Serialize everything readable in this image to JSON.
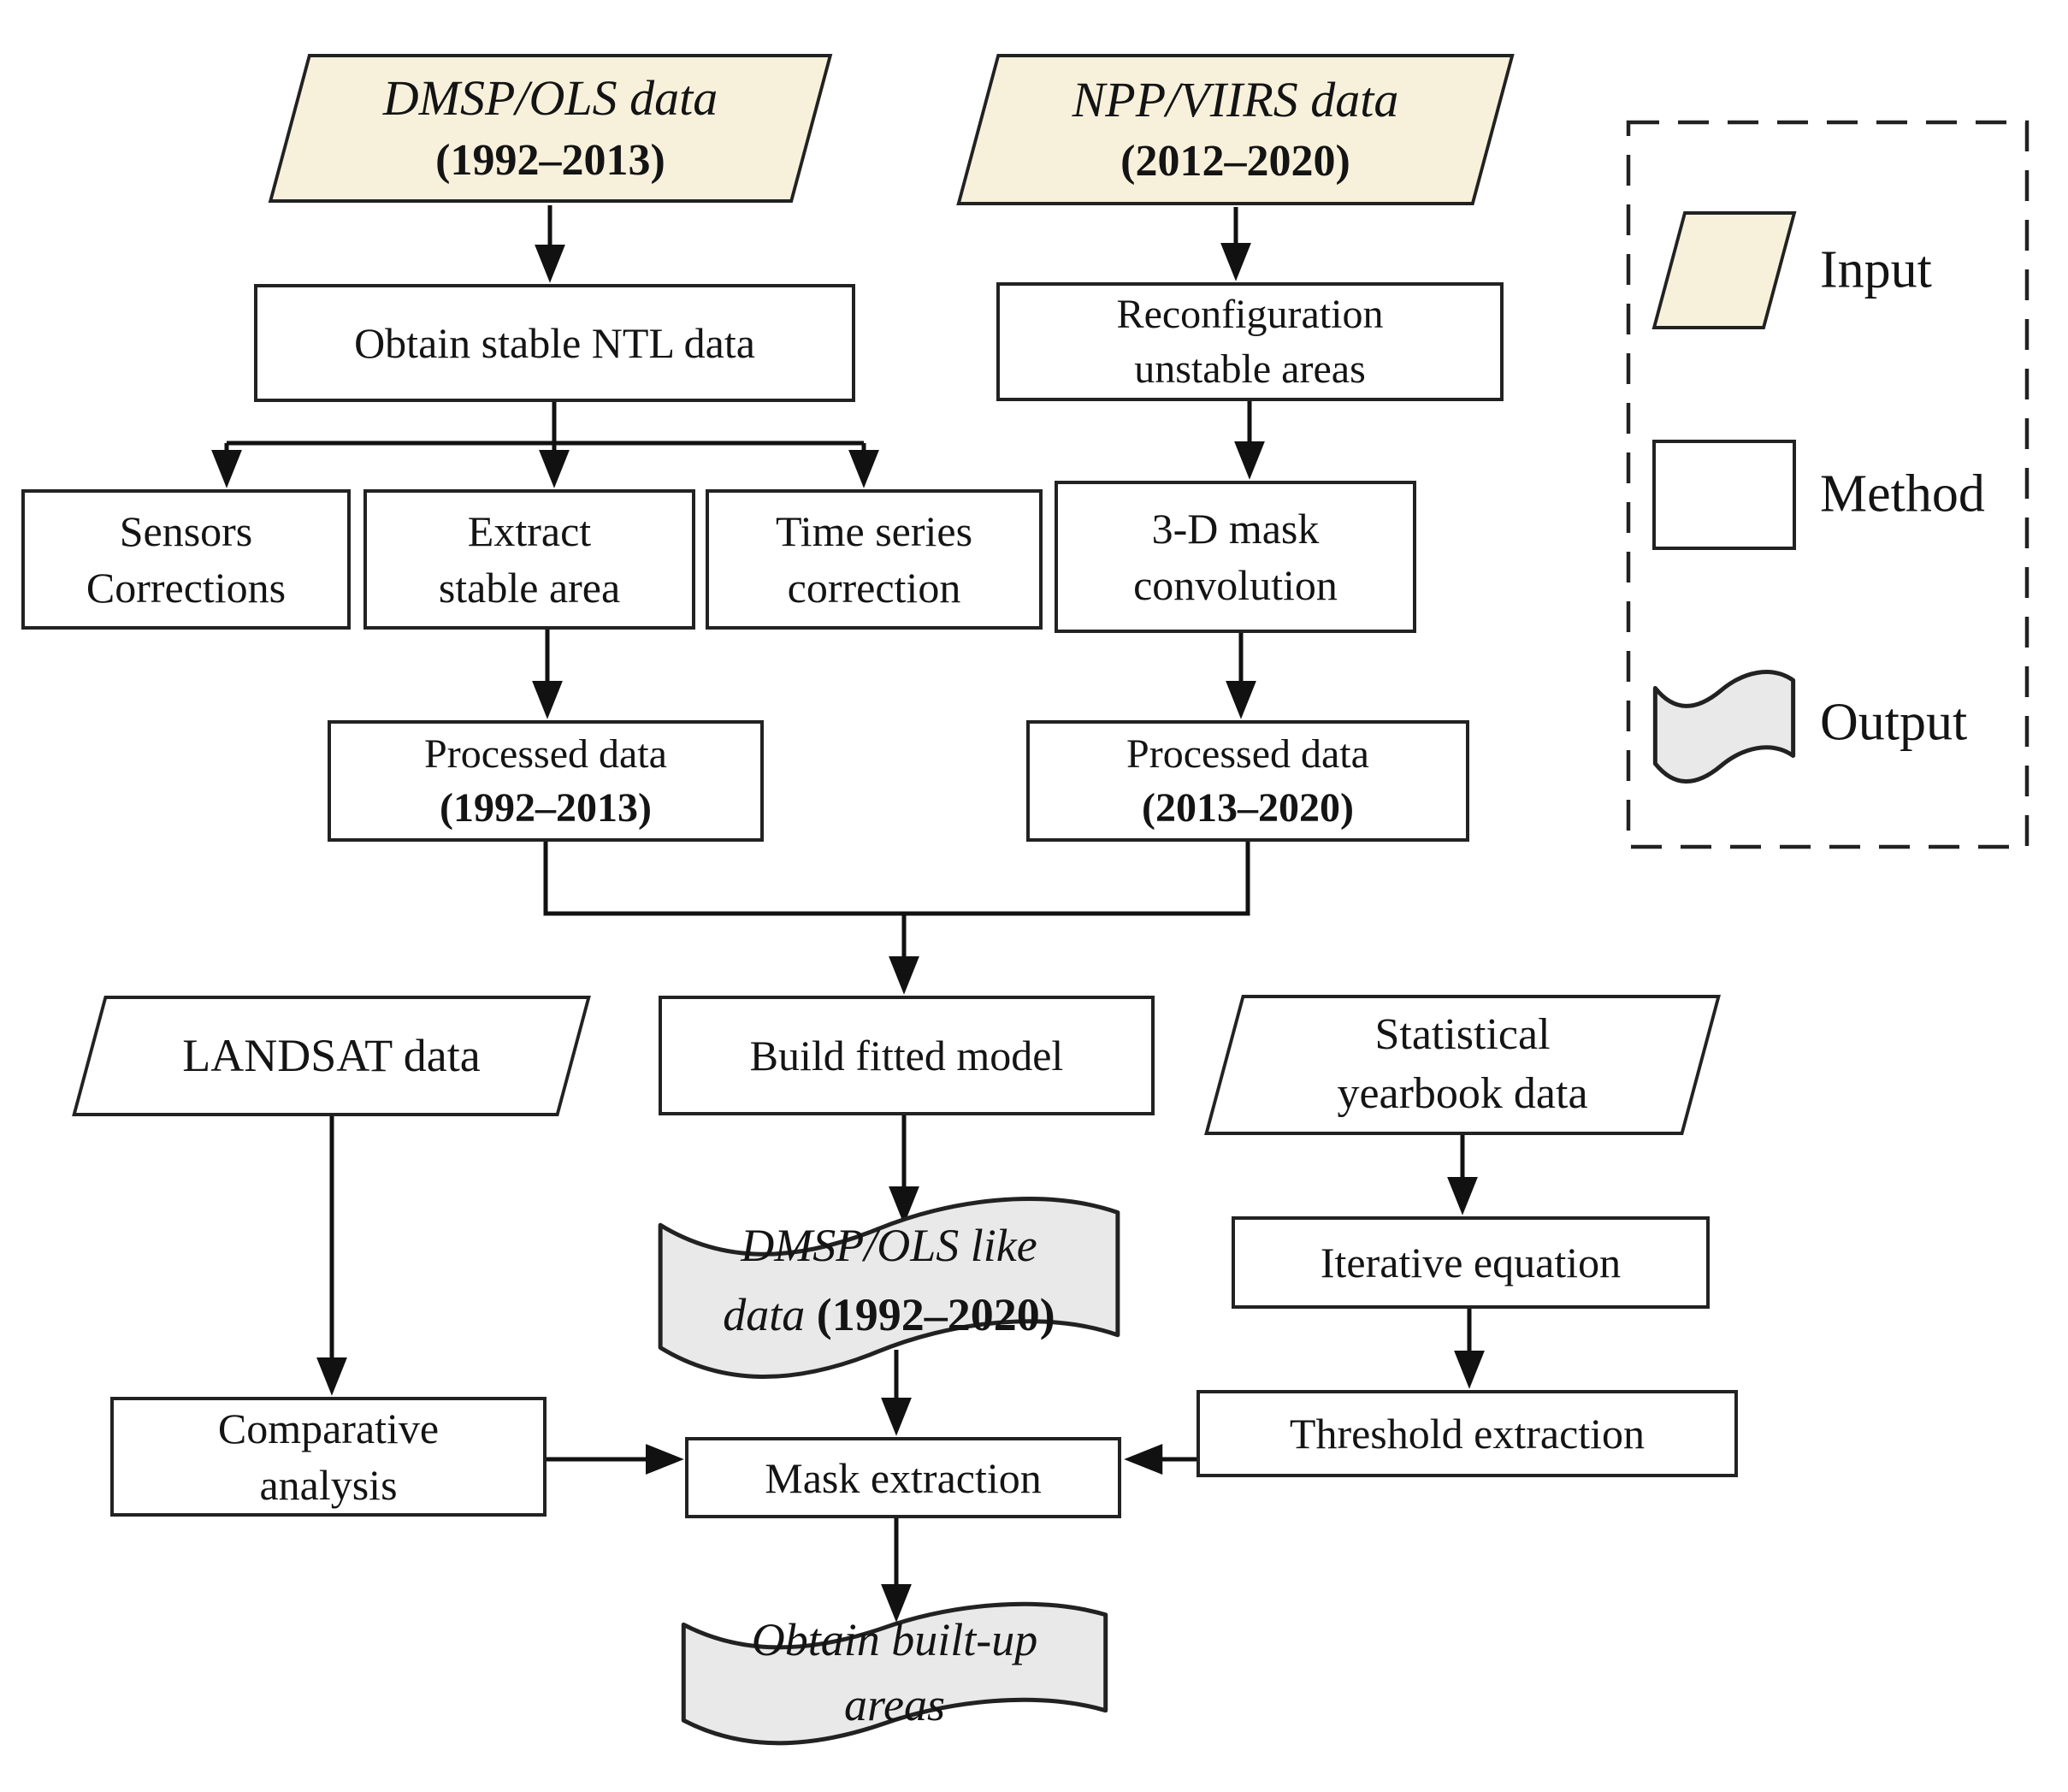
{
  "colors": {
    "input_fill": "#f7f1dc",
    "method_fill": "#ffffff",
    "output_fill": "#e9e9e9",
    "border": "#222222",
    "line": "#111111",
    "text": "#141414",
    "background": "#ffffff"
  },
  "nodes": {
    "dmsp_input": {
      "line1": "DMSP/OLS data",
      "line2": "(1992–2013)"
    },
    "npp_input": {
      "line1": "NPP/VIIRS data",
      "line2": "(2012–2020)"
    },
    "obtain_stable": {
      "label": "Obtain stable NTL data"
    },
    "reconfiguration": {
      "line1": "Reconfiguration",
      "line2": "unstable areas"
    },
    "sensors": {
      "line1": "Sensors",
      "line2": "Corrections"
    },
    "extract": {
      "line1": "Extract",
      "line2": "stable area"
    },
    "timeseries": {
      "line1": "Time series",
      "line2": "correction"
    },
    "mask3d": {
      "line1": "3-D mask",
      "line2": "convolution"
    },
    "processed_early": {
      "line1": "Processed data",
      "line2": "(1992–2013)"
    },
    "processed_late": {
      "line1": "Processed data",
      "line2": "(2013–2020)"
    },
    "landsat": {
      "label": "LANDSAT data"
    },
    "build_model": {
      "label": "Build fitted model"
    },
    "statistical": {
      "line1": "Statistical",
      "line2": "yearbook data"
    },
    "dmsp_like": {
      "line1": "DMSP/OLS like",
      "line2_italic": "data",
      "line2_bold": "(1992–2020)"
    },
    "iterative": {
      "label": "Iterative equation"
    },
    "threshold": {
      "label": "Threshold extraction"
    },
    "comparative": {
      "line1": "Comparative",
      "line2": "analysis"
    },
    "mask_extraction": {
      "label": "Mask extraction"
    },
    "builtup": {
      "line1": "Obtain built-up",
      "line2": "areas"
    }
  },
  "legend": {
    "input": "Input",
    "method": "Method",
    "output": "Output"
  }
}
